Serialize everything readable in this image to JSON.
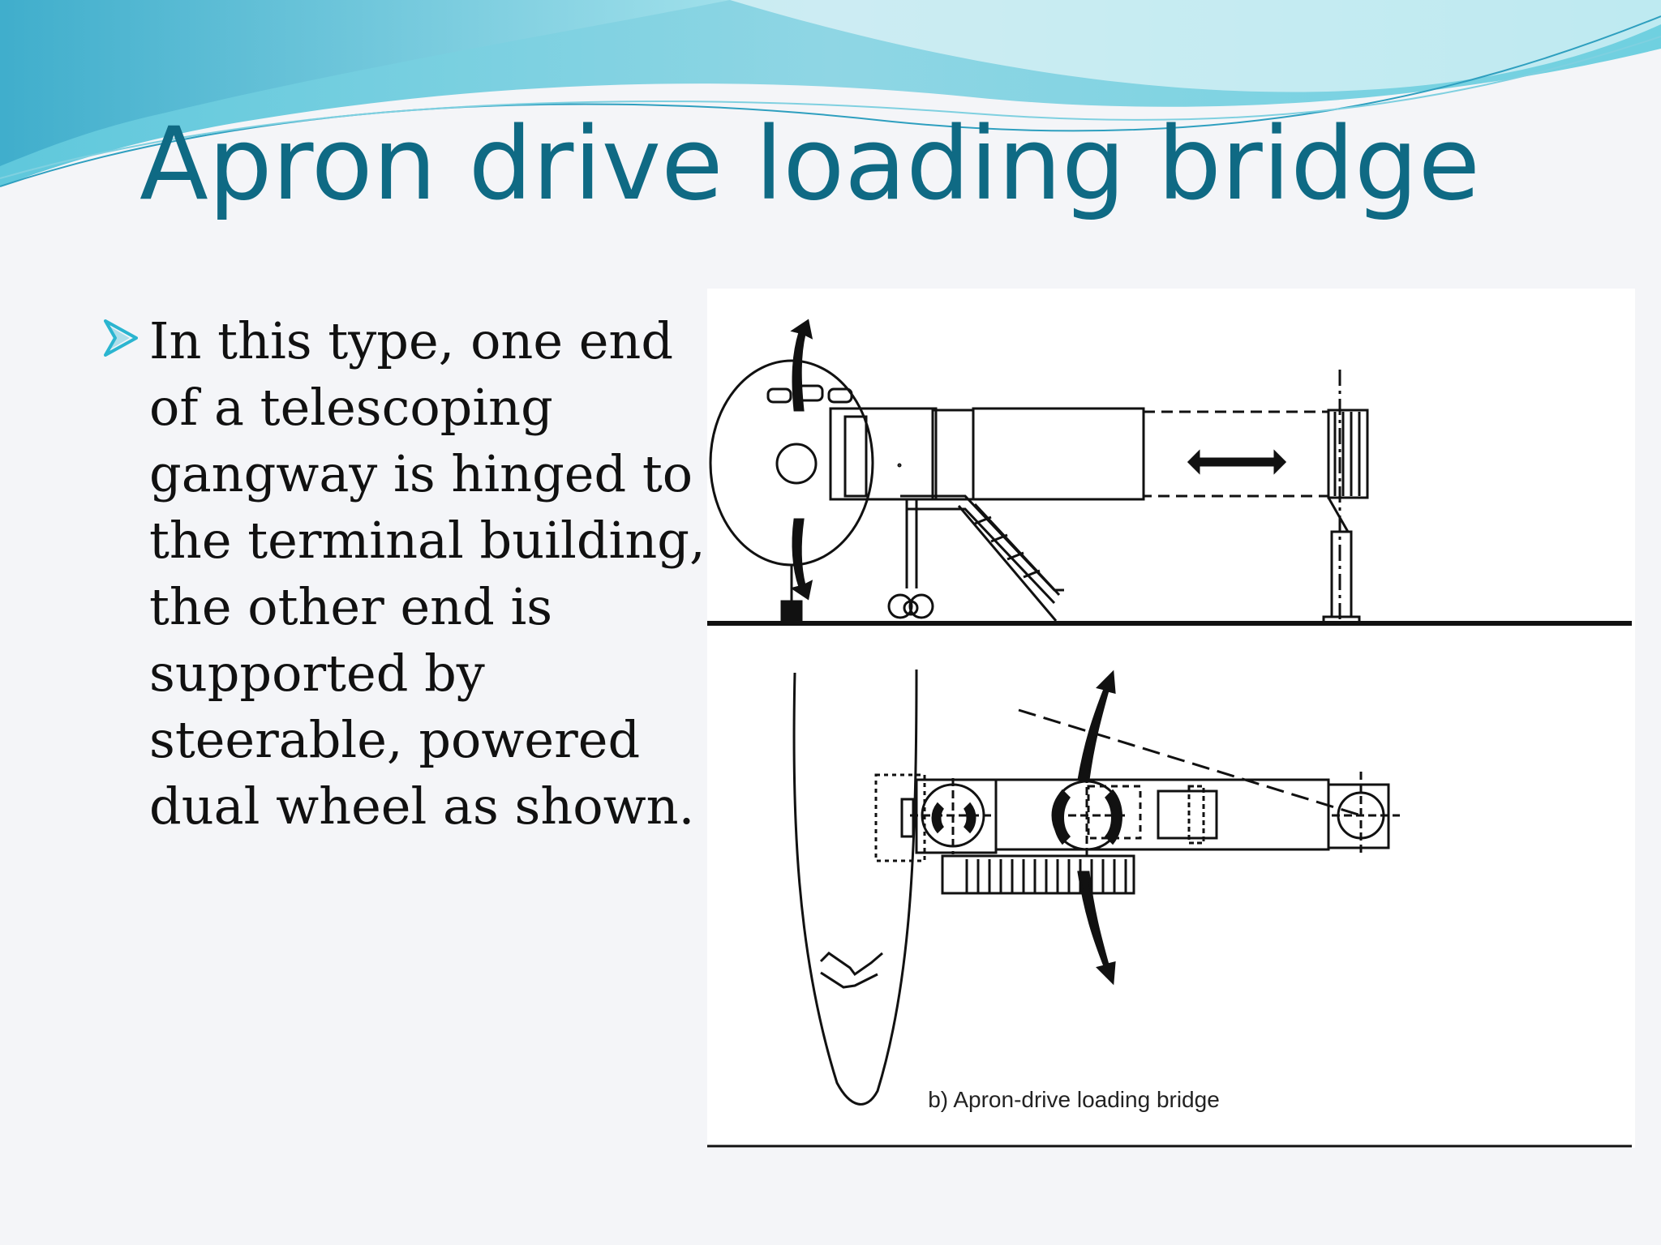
{
  "slide": {
    "title": "Apron drive loading bridge",
    "bullet_text": "In this type, one end of a telescoping gangway is hinged to the terminal building, the other end is supported by steerable, powered dual wheel as shown.",
    "bullet_icon": "arrow-bullet-icon",
    "accent_color": "#0f6a84",
    "bullet_color": "#2bb5d0"
  },
  "diagram": {
    "caption": "b) Apron-drive loading bridge",
    "views": [
      "side-view",
      "top-view"
    ]
  }
}
